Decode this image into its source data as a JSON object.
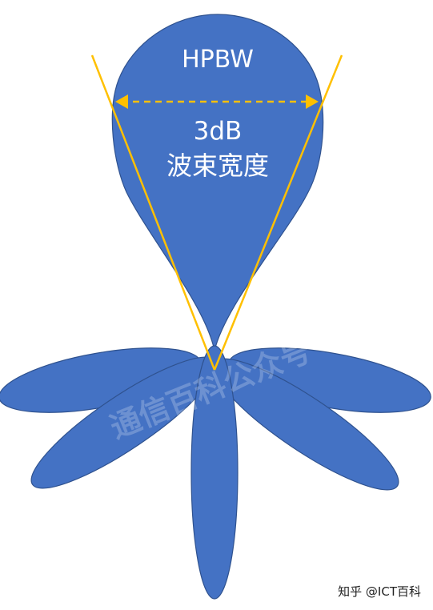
{
  "labels": {
    "hpbw": "HPBW",
    "three_db": "3dB",
    "beamwidth": "波束宽度"
  },
  "watermark": "通信百科公众号",
  "credit": "知乎 @ICT百科",
  "colors": {
    "lobe_fill": "#4472c4",
    "lobe_stroke": "#2f528f",
    "angle_lines": "#ffc000",
    "label_text": "#ffffff"
  }
}
